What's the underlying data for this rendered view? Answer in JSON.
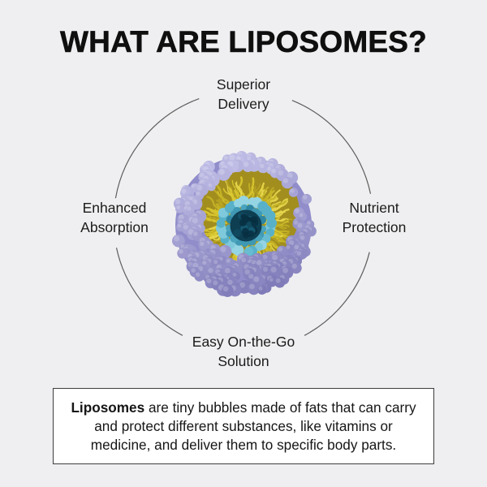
{
  "title": "WHAT ARE LIPOSOMES?",
  "diagram": {
    "illustration": "liposome-cross-section-3d",
    "labels": {
      "top": {
        "line1": "Superior",
        "line2": "Delivery"
      },
      "right": {
        "line1": "Nutrient",
        "line2": "Protection"
      },
      "bottom": {
        "line1": "Easy On-the-Go",
        "line2": "Solution"
      },
      "left": {
        "line1": "Enhanced",
        "line2": "Absorption"
      }
    }
  },
  "description": {
    "lead": "Liposomes",
    "line1_rest": " are tiny bubbles made of fats that can carry",
    "line2": "and protect different substances, like vitamins or",
    "line3": "medicine, and deliver them to specific body parts."
  },
  "colors": {
    "background": "#efeff1",
    "title_text": "#0f0f0f",
    "label_text": "#1b1b1b",
    "arc_stroke": "#4d4d4d",
    "box_background": "#ffffff",
    "box_border": "#3d3d3d"
  },
  "liposome_palette": {
    "base_sphere": "#918dcb",
    "beads_light": "#cbc9ee",
    "beads_dark": "#7b77b6",
    "tails_base": "#a28e1e",
    "tails": [
      "#d9c72f",
      "#c6b426",
      "#e7d84e",
      "#b5a222"
    ],
    "teal_outer": [
      "#7ec9db",
      "#58b1c9",
      "#94d4e3",
      "#68bcd2"
    ],
    "teal_inner": [
      "#3f98b4",
      "#2f86a2",
      "#4aa3bd"
    ],
    "core_base": "#0e3e52",
    "core_dots": [
      "#0a2e3f",
      "#155d75",
      "#083043",
      "#11495e"
    ]
  }
}
